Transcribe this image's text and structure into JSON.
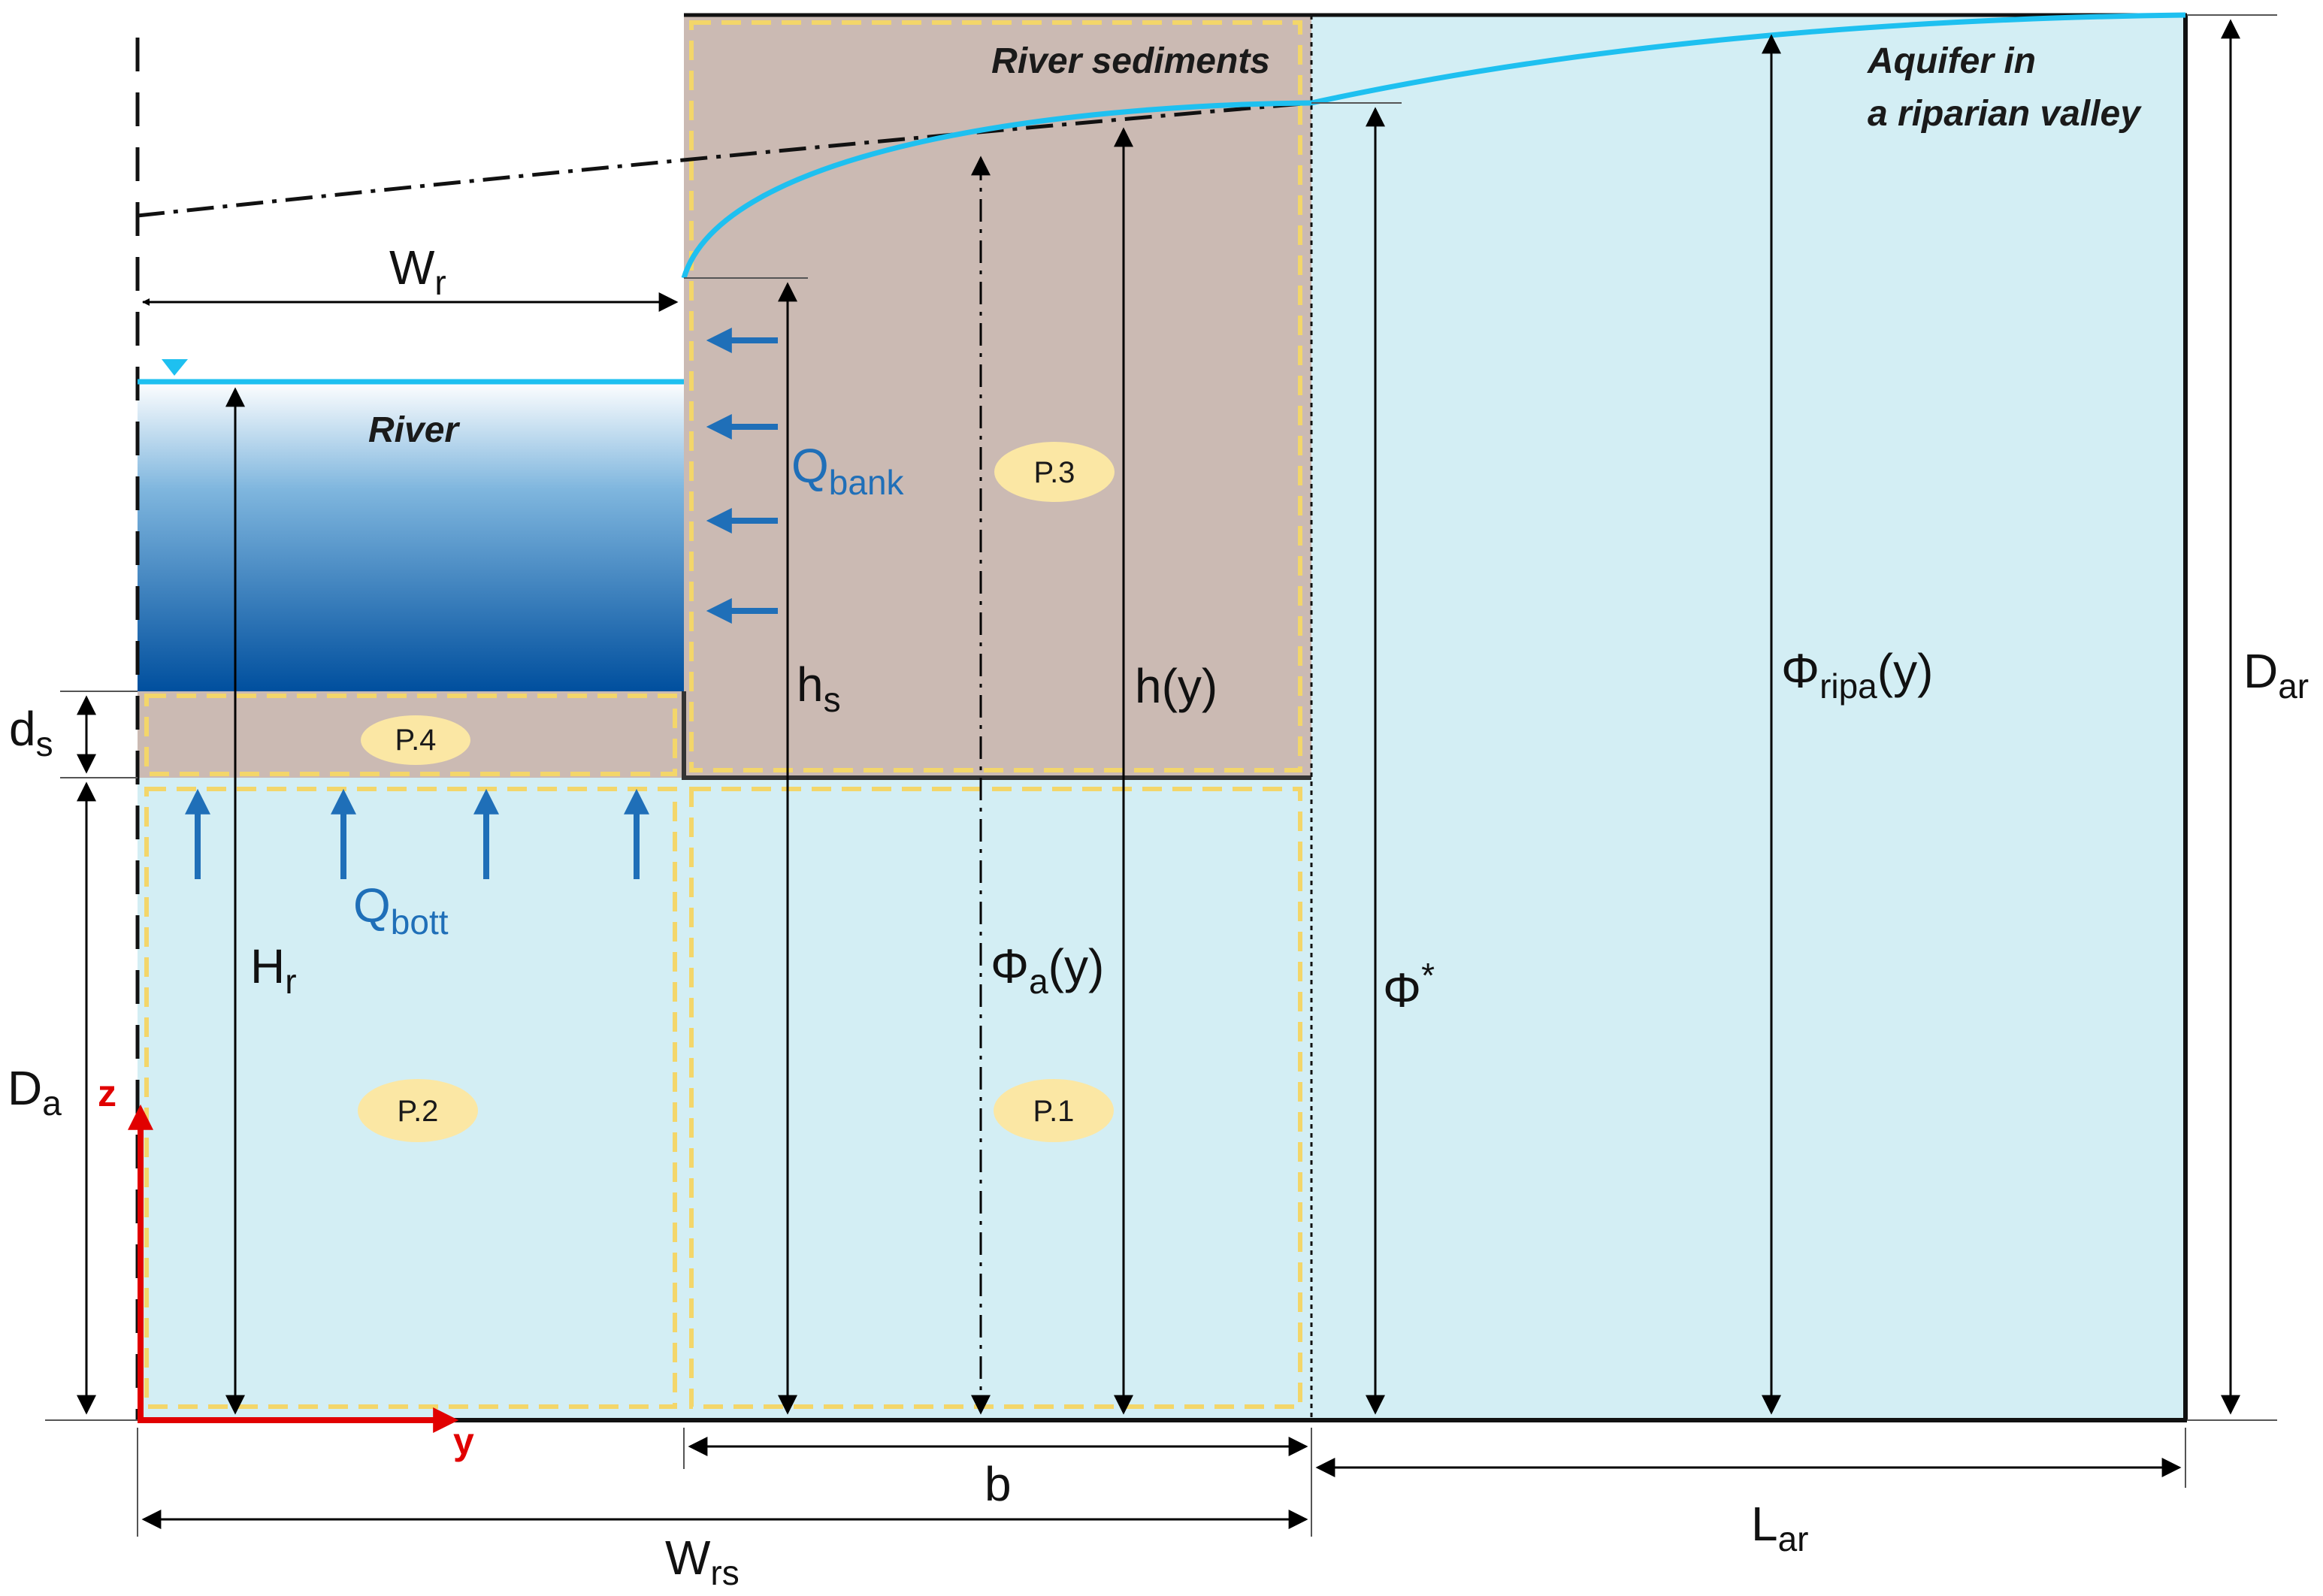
{
  "labels": {
    "river_sediments": "River sediments",
    "aquifer_line1": "Aquifer in",
    "aquifer_line2": "a riparian valley",
    "river": "River",
    "W_main": "W",
    "W_sub": "r",
    "Q_bank_main": "Q",
    "Q_bank_sub": "bank",
    "Q_bott_main": "Q",
    "Q_bott_sub": "bott",
    "h_s_main": "h",
    "h_s_sub": "s",
    "h_y": "h(y)",
    "Phi_ripa_main": "Φ",
    "Phi_ripa_sub": "ripa",
    "Phi_ripa_tail": "(y)",
    "D_ar_main": "D",
    "D_ar_sub": "ar",
    "d_s_main": "d",
    "d_s_sub": "s",
    "D_a_main": "D",
    "D_a_sub": "a",
    "H_r_main": "H",
    "H_r_sub": "r",
    "Phi_a_main": "Φ",
    "Phi_a_sub": "a",
    "Phi_a_tail": "(y)",
    "Phi_star_main": "Φ",
    "Phi_star_sup": "*",
    "b": "b",
    "W_rs_main": "W",
    "W_rs_sub": "rs",
    "L_ar_main": "L",
    "L_ar_sub": "ar",
    "axis_z": "z",
    "axis_y": "y"
  },
  "parts": {
    "p1": "P.1",
    "p2": "P.2",
    "p3": "P.3",
    "p4": "P.4"
  },
  "colors": {
    "aquifer_fill": "#d3eef4",
    "sediment_fill": "#cbbab3",
    "water_line": "#1ec0f0",
    "river_top": "#ffffff",
    "river_bottom": "#004f9e",
    "flux_arrow": "#1f6fb8",
    "dashed_partition": "#f3d66a",
    "badge": "#fbe7a4",
    "axis": "#e10000"
  },
  "icons": {
    "water_level": "inverted-triangle-icon",
    "flux": "arrow-icon"
  }
}
